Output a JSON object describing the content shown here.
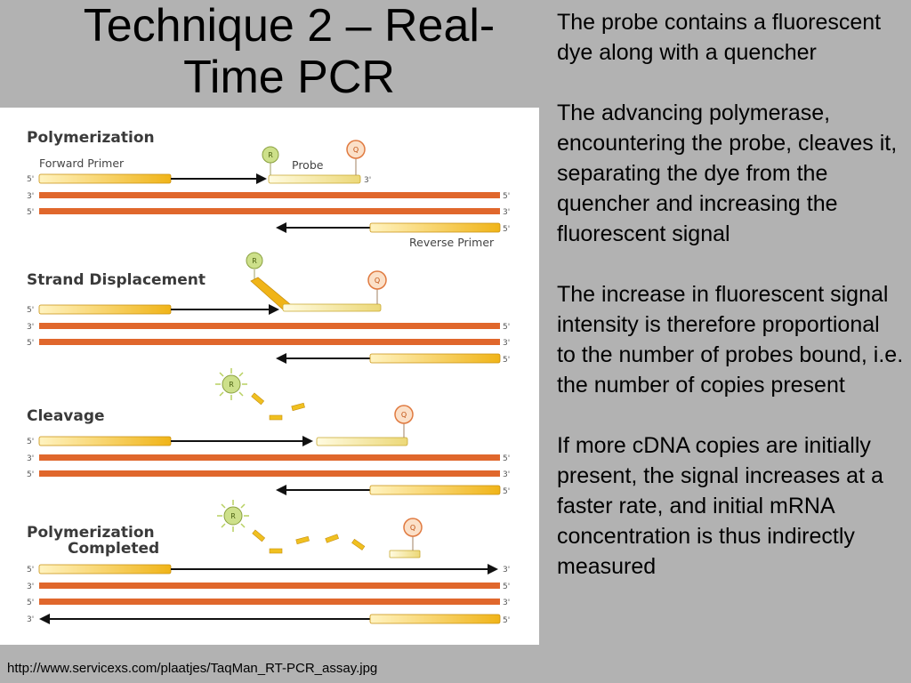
{
  "slide": {
    "title": "Technique 2 – Real-Time PCR",
    "paragraphs": [
      "The probe contains a fluorescent dye along with a quencher",
      "The advancing polymerase, encountering the probe, cleaves it, separating the dye from the quencher and increasing the fluorescent signal",
      "The increase in fluorescent signal intensity is therefore proportional to the number of probes bound, i.e. the number of copies present",
      "If more cDNA copies are initially present, the signal increases at a faster rate, and initial mRNA concentration is thus indirectly measured"
    ],
    "source_url": "http://www.servicexs.com/plaatjes/TaqMan_RT-PCR_assay.jpg"
  },
  "diagram": {
    "stages": [
      {
        "title": "Polymerization"
      },
      {
        "title": "Strand Displacement"
      },
      {
        "title": "Cleavage"
      },
      {
        "title_line1": "Polymerization",
        "title_line2": "Completed"
      }
    ],
    "labels": {
      "forward_primer": "Forward Primer",
      "reverse_primer": "Reverse Primer",
      "probe": "Probe",
      "reporter": "R",
      "quencher": "Q",
      "five_prime": "5'",
      "three_prime": "3'"
    },
    "colors": {
      "strand": "#e0672c",
      "primer_fill": "#f0c020",
      "probe_fill": "#f6f0b8",
      "reporter_fill": "#cde08a",
      "quencher_fill": "#f0a070",
      "arrow": "#111111"
    }
  }
}
